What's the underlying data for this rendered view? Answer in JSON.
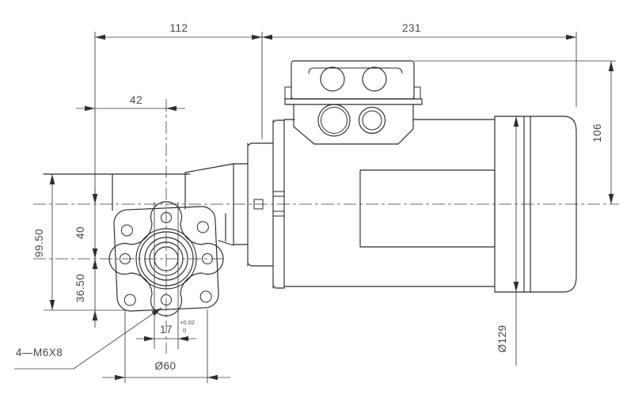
{
  "drawing": {
    "kind": "engineering-outline-drawing",
    "subject": "worm-gear motor (output flange front view + motor side view)",
    "units": "mm",
    "colors": {
      "line": "#2b2b2b",
      "dim_text": "#474747",
      "background": "#ffffff"
    },
    "dims": {
      "width_gearbox": "112",
      "width_motor": "231",
      "offset_flange": "42",
      "height_gearbox": "99.50",
      "axis_to_output": "40",
      "output_to_base": "36.50",
      "bore": "17",
      "bore_tol_upper": "+0.02",
      "bore_tol_lower": "0",
      "bolt_circle_dia": "Ø60",
      "height_axis_to_top": "106",
      "motor_dia": "Ø129",
      "thread_note": "4—M6X8"
    }
  }
}
